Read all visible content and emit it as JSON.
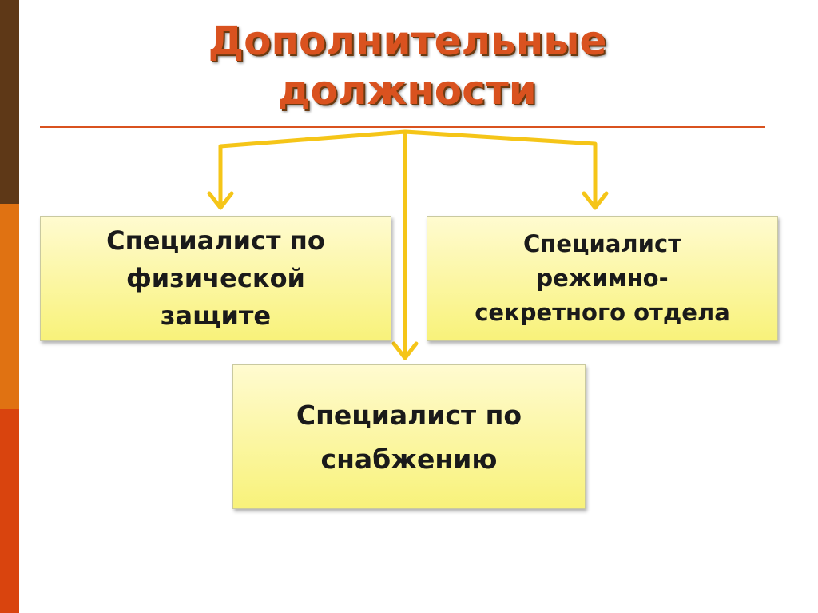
{
  "title": {
    "line1": "Дополнительные",
    "line2": "должности"
  },
  "boxes": {
    "left": "Специалист по\nфизической\nзащите",
    "right": "Специалист\nрежимно-\nсекретного отдела",
    "bottom": "Специалист по\nснабжению"
  },
  "colors": {
    "title": "#d9521f",
    "rule": "#d9521f",
    "connector": "#f5c518",
    "box_fill_top": "#fffbd0",
    "box_fill_bottom": "#f8f27a",
    "side_bar_top": "#5e3817",
    "side_bar_middle": "#e07212",
    "side_bar_bottom": "#d9440e"
  }
}
